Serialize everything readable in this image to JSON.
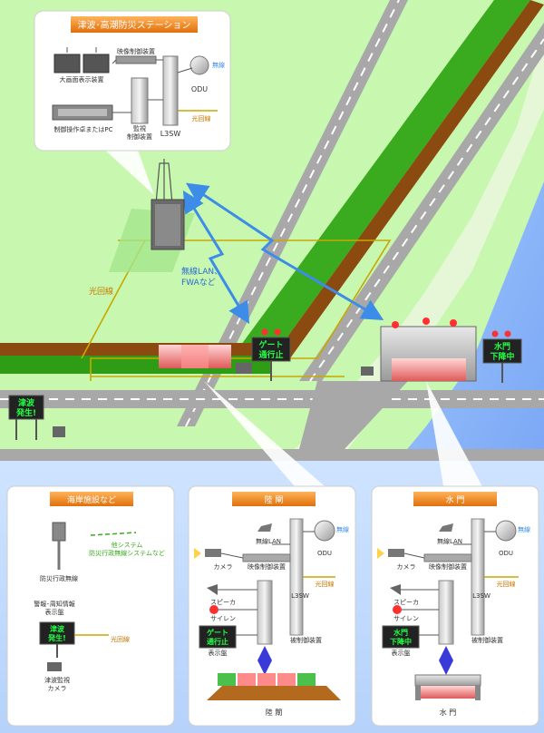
{
  "station": {
    "title": "津波･高潮防災ステーション",
    "video_control": "映像制御装置",
    "large_display": "大画面表示装置",
    "monitor_control_line1": "監視",
    "monitor_control_line2": "制御装置",
    "operation_desk": "制御操作卓またはPC",
    "odu": "ODU",
    "wireless": "無線",
    "l3sw": "L3SW",
    "fiber": "光回線"
  },
  "map": {
    "fiber": "光回線",
    "wireless_line1": "無線LAN、",
    "wireless_line2": "FWAなど",
    "gate_sign_line1": "ゲート",
    "gate_sign_line2": "通行止",
    "sluice_sign_line1": "水門",
    "sluice_sign_line2": "下降中",
    "tsunami_sign_line1": "津波",
    "tsunami_sign_line2": "発生!"
  },
  "panels": {
    "coastal": {
      "title": "海岸施設など",
      "other_system_line1": "他システム",
      "other_system_line2": "防災行政無線システムなど",
      "radio": "防災行政無線",
      "warning_line1": "警報･周知情報",
      "warning_line2": "表示盤",
      "sign_line1": "津波",
      "sign_line2": "発生!",
      "fiber": "光回線",
      "camera_line1": "津波監視",
      "camera_line2": "カメラ"
    },
    "land_gate": {
      "title": "陸 閘",
      "wireless_lan": "無線LAN",
      "odu": "ODU",
      "wireless": "無線",
      "camera": "カメラ",
      "video_control": "映像制御装置",
      "fiber": "光回線",
      "speaker": "スピーカ",
      "l3sw": "L3SW",
      "siren": "サイレン",
      "sign_line1": "ゲート",
      "sign_line2": "通行止",
      "controlled": "被制御装置",
      "display": "表示盤",
      "facility": "陸 閘"
    },
    "sluice_gate": {
      "title": "水 門",
      "wireless_lan": "無線LAN",
      "odu": "ODU",
      "wireless": "無線",
      "camera": "カメラ",
      "video_control": "映像制御装置",
      "fiber": "光回線",
      "speaker": "スピーカ",
      "l3sw": "L3SW",
      "siren": "サイレン",
      "sign_line1": "水門",
      "sign_line2": "下降中",
      "controlled": "被制御装置",
      "display": "表示盤",
      "facility": "水 門"
    }
  },
  "colors": {
    "land": "#c8f7b0",
    "sea": "#8fb6ff",
    "road": "#a8a8a8",
    "fiber": "#c8a800",
    "wireless": "#3d8de8",
    "sign_text": "#22ff44",
    "title_band": "#f08c1e"
  }
}
